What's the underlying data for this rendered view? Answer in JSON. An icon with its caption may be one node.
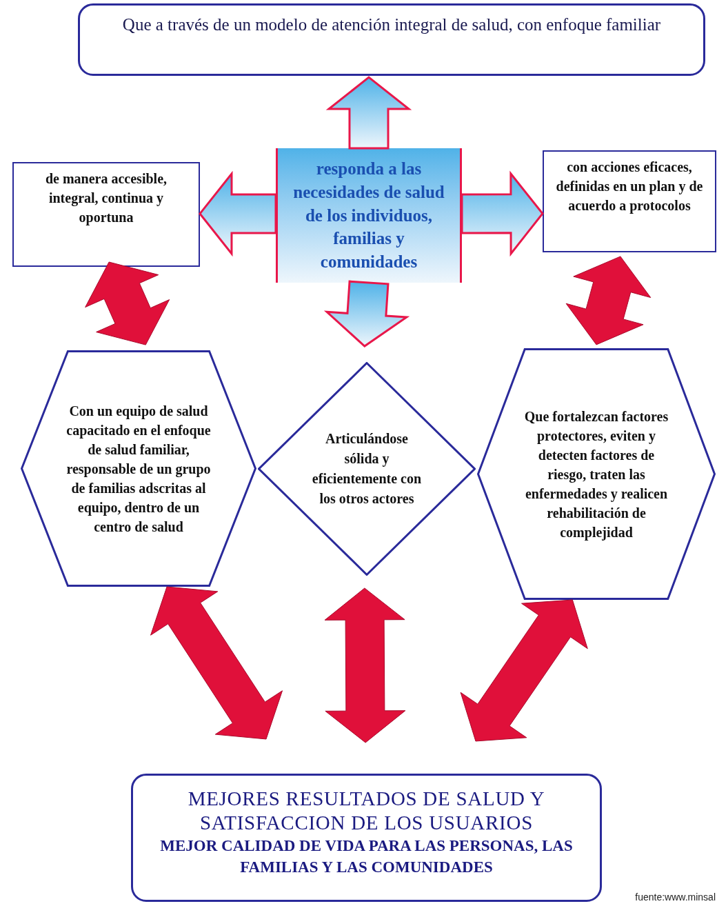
{
  "diagram": {
    "nodes": [
      {
        "text": [
          "Que a través de un modelo de atención integral de salud, con enfoque familiar"
        ]
      },
      {
        "text": [
          "responda a las necesidades de salud de los individuos, familias y comunidades"
        ]
      },
      {
        "text": [
          "de manera accesible, integral, continua y oportuna"
        ]
      },
      {
        "text": [
          "con acciones eficaces, definidas en un plan y de acuerdo a protocolos"
        ]
      },
      {
        "text": [
          "Con un equipo de salud capacitado en el enfoque de salud familiar, responsable de un grupo de familias adscritas al equipo, dentro de un centro de salud"
        ]
      },
      {
        "text": [
          "Articulándose sólida y eficientemente con los otros actores"
        ]
      },
      {
        "text": [
          "Que fortalezcan factores protectores, eviten y detecten factores de riesgo, traten las enfermedades y realicen rehabilitación de complejidad"
        ]
      },
      {
        "text": [
          "MEJORES RESULTADOS DE SALUD Y SATISFACCION DE LOS USUARIOS",
          "MEJOR CALIDAD DE VIDA PARA LAS PERSONAS, LAS FAMILIAS Y LAS COMUNIDADES"
        ]
      }
    ],
    "edges": [
      {
        "from": 1,
        "to": 0,
        "arrow": "to",
        "style": "thick",
        "color": "#4fb2e8"
      },
      {
        "from": 1,
        "to": 2,
        "arrow": "to",
        "style": "thick",
        "color": "#4fb2e8"
      },
      {
        "from": 1,
        "to": 3,
        "arrow": "to",
        "style": "thick",
        "color": "#4fb2e8"
      },
      {
        "from": 1,
        "to": 5,
        "arrow": "to",
        "style": "thick",
        "color": "#4fb2e8"
      },
      {
        "from": 2,
        "to": 4,
        "arrow": "both"
      },
      {
        "from": 3,
        "to": 6,
        "arrow": "both"
      },
      {
        "from": 4,
        "to": 7,
        "arrow": "both"
      },
      {
        "from": 5,
        "to": 7,
        "arrow": "both"
      },
      {
        "from": 6,
        "to": 7,
        "arrow": "both"
      }
    ],
    "labels": [
      "fuente:www.minsal"
    ]
  }
}
